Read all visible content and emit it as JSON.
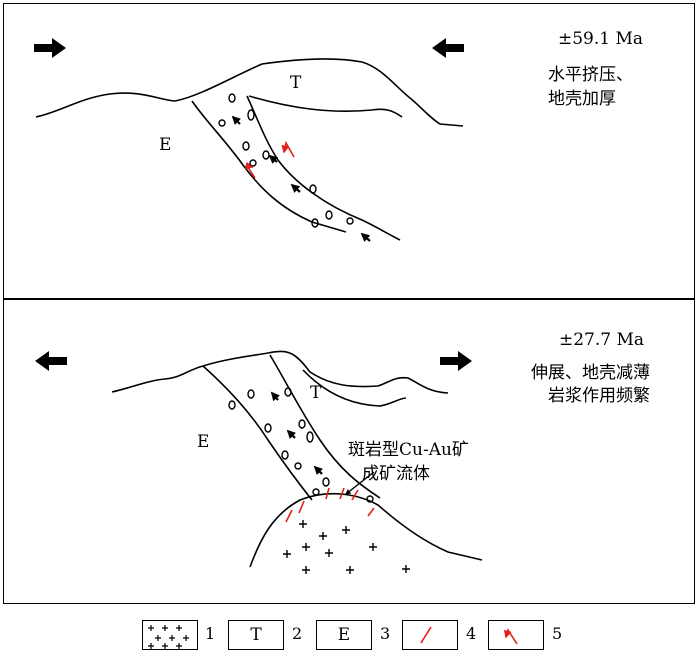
{
  "panels": {
    "top": {
      "age": "±59.1 Ma",
      "desc_line1": "水平挤压、",
      "desc_line2": "地壳加厚",
      "label_T": "T",
      "label_E": "E"
    },
    "bottom": {
      "age": "±27.7 Ma",
      "desc_line1": "伸展、地壳减薄",
      "desc_line2": "岩浆作用频繁",
      "label_T": "T",
      "label_E": "E",
      "annotation_line1": "斑岩型Cu-Au矿",
      "annotation_line2": "成矿流体"
    }
  },
  "legend": [
    {
      "symbol": "crosses",
      "num": "1"
    },
    {
      "symbol": "letter",
      "letter": "T",
      "num": "2"
    },
    {
      "symbol": "letter",
      "letter": "E",
      "num": "3"
    },
    {
      "symbol": "red-line",
      "num": "4"
    },
    {
      "symbol": "red-arrow",
      "num": "5"
    }
  ],
  "colors": {
    "line": "#000000",
    "red": "#e0201a"
  }
}
